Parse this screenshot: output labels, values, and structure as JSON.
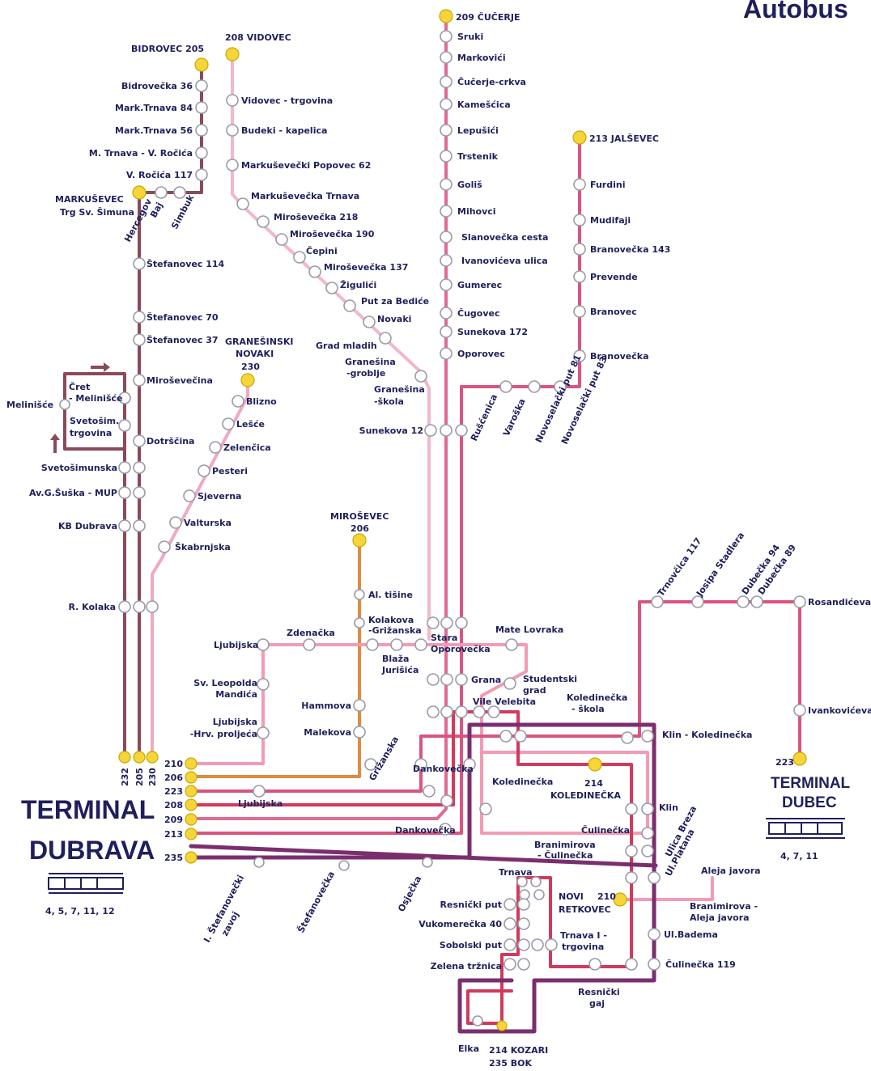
{
  "title": "Autobus",
  "colors": {
    "r205": "#8a4a5a",
    "r208": "#f2b7c8",
    "r209": "#e06a95",
    "r230": "#f0a9c0",
    "r206": "#e08a40",
    "r213": "#d9557f",
    "r214": "#d13a5c",
    "r235": "#7b2e6e",
    "r210": "#f39bb4",
    "r223": "#d9557f",
    "stop": "#ffffff",
    "terminal_stop": "#f5d53a",
    "text": "#1f1f5c"
  },
  "terminals": {
    "dubrava": {
      "line1": "TERMINAL",
      "line2": "DUBRAVA",
      "trams": "4, 5, 7, 11, 12"
    },
    "dubec": {
      "line1": "TERMINAL",
      "line2": "DUBEC",
      "trams": "4, 7, 11",
      "route": "223"
    }
  },
  "terminal_routes": [
    "210",
    "206",
    "223",
    "208",
    "209",
    "213",
    "235"
  ],
  "bottom_routes": [
    "232",
    "205",
    "230"
  ],
  "route_heads": {
    "bidrovec": "BIDROVEC 205",
    "vidovec": "208 VIDOVEC",
    "cucerje": "209 ČUČERJE",
    "jalsevec": "213 JALŠEVEC",
    "markusevec": "MARKUŠEVEC",
    "markusevec_sub": "Trg Sv. Šimuna",
    "granesinski1": "GRANEŠINSKI",
    "granesinski2": "NOVAKI",
    "granesinski3": "230",
    "mirosevec1": "MIROŠEVEC",
    "mirosevec2": "206",
    "kolednicka1": "214",
    "kolednicka2": "KOLEDINEČKA",
    "novi1": "NOVI",
    "novi2": "RETKOVEC",
    "novi3": "210",
    "kozari1": "214 KOZARI",
    "kozari2": "235  BOK"
  },
  "stops": {
    "bidrovec36": "Bidrovečka 36",
    "marktrnava84": "Mark.Trnava 84",
    "marktrnava56": "Mark.Trnava 56",
    "mtrnava": "M. Trnava - V. Ročića",
    "vrocica117": "V. Ročića 117",
    "hercegov": "Hercegov",
    "baj": "Baj",
    "simbuk": "Simbuk",
    "stef114": "Štefanovec 114",
    "stef70": "Štefanovec 70",
    "stef37": "Štefanovec 37",
    "mirosevecina": "Miroševečina",
    "cret": "Čret",
    "melinisce_in": "- Melinišće",
    "melinisce": "Melinišće",
    "svetosim": "Svetošim.",
    "svetosim2": "trgovina",
    "dotrscina": "Dotrščina",
    "svetosimunska": "Svetošimunska",
    "avgsuska": "Av.G.Šuška - MUP",
    "kbdubrava": "KB Dubrava",
    "rkolaka": "R. Kolaka",
    "vidovec_trg": "Vidovec - trgovina",
    "budeki": "Budeki - kapelica",
    "markpopovec": "Markuševečki Popovec 62",
    "marktrnava": "Markuševečka Trnava",
    "miros218": "Miroševečka 218",
    "miros190": "Miroševečka 190",
    "cepini": "Čepini",
    "miros137": "Miroševečka 137",
    "zigulici": "Žigulići",
    "putbedice": "Put za Bediće",
    "novaki": "Novaki",
    "gradmladih": "Grad mladih",
    "granesinagr1": "Granešina",
    "granesinagr2": "-groblje",
    "granesinask1": "Granešina",
    "granesinask2": "-škola",
    "sunekova12": "Sunekova 12",
    "blizno": "Blizno",
    "lesce": "Lešće",
    "zelencica": "Zelenčica",
    "pesteri": "Pesteri",
    "sjeverna": "Sjeverna",
    "valturska": "Valturska",
    "skabrnjska": "Škabrnjska",
    "sruki": "Sruki",
    "markovici": "Markovići",
    "cucerjecrkva": "Čučerje-crkva",
    "kamescica": "Kamešćica",
    "lepusici": "Lepušići",
    "trstenik": "Trstenik",
    "golis": "Goliš",
    "mihovci": "Mihovci",
    "slanovecka": "Slanovečka cesta",
    "ivanoviceva": "Ivanovićeva ulica",
    "gumerec": "Gumerec",
    "cugovec": "Čugovec",
    "sunekova172": "Sunekova 172",
    "oporovec": "Oporovec",
    "furdini": "Furdini",
    "mudifaji": "Mudifaji",
    "branovecka143": "Branovečka 143",
    "prevende": "Prevende",
    "branovec": "Branovec",
    "branovecka": "Branovečka",
    "rusicenica": "Rušćenica",
    "varoska": "Varoška",
    "novos81": "Novoselački put 81",
    "novos83": "Novoselački put 83",
    "altisine": "Al. tišine",
    "kolakova1": "Kolakova",
    "kolakova2": "-Grižanska",
    "ljubijska": "Ljubijska",
    "zdenacka": "Zdenačka",
    "staraop1": "Stara",
    "staraop2": "Oporovečka",
    "blaza1": "Blaža",
    "blaza2": "Jurišića",
    "matelovraka": "Mate Lovraka",
    "leopold1": "Sv. Leopolda",
    "leopold2": "Mandića",
    "grana": "Grana",
    "studgrad1": "Studentski",
    "studgrad2": "grad",
    "hammova": "Hammova",
    "malekova": "Malekova",
    "ljhrv1": "Ljubijska",
    "ljhrv2": "-Hrv. proljeća",
    "vilavelebita": "Vile Velebita",
    "koled_sk1": "Koledinečka",
    "koled_sk2": "- škola",
    "grizanska": "Grižanska",
    "dankovecka": "Dankovečka",
    "dankovecka2": "Dankovečka",
    "koledinecka": "Koledinečka",
    "klinkoled": "Klin - Koledinečka",
    "klin": "Klin",
    "culinecka": "Čulinečka",
    "branicul1": "Branimirova",
    "branicul2": "- Čulinečka",
    "ljubijska2": "Ljubijska",
    "ulbreza": "Ulica Breza",
    "ulplatana": "Ul.Platana",
    "alejajavora": "Aleja javora",
    "braniaj1": "Branimirova -",
    "braniaj2": "Aleja javora",
    "ulbadema": "Ul.Badema",
    "culinecka119": "Čulinečka 119",
    "trnava": "Trnava",
    "resnickiput": "Resnički put",
    "vukomerecka": "Vukomerečka 40",
    "sobolskiput": "Sobolski put",
    "zelenatrz": "Zelena tržnica",
    "trnavatrg1": "Trnava I -",
    "trnavatrg2": "trgovina",
    "resnickigaj1": "Resnički",
    "resnickigaj2": "gaj",
    "elka": "Elka",
    "istef1": "I. Štefanovečki",
    "istef2": "zavoj",
    "stefanovecka": "Štefanovečka",
    "osjecka": "Osječka",
    "trnovcica": "Trnovčica 117",
    "josipa": "Josipa Stadlera",
    "dubecka94": "Dubečka 94",
    "dubecka89": "Dubečka 89",
    "rosandiceva": "Rosandićeva",
    "ivankoviceva": "Ivankovićeva"
  }
}
